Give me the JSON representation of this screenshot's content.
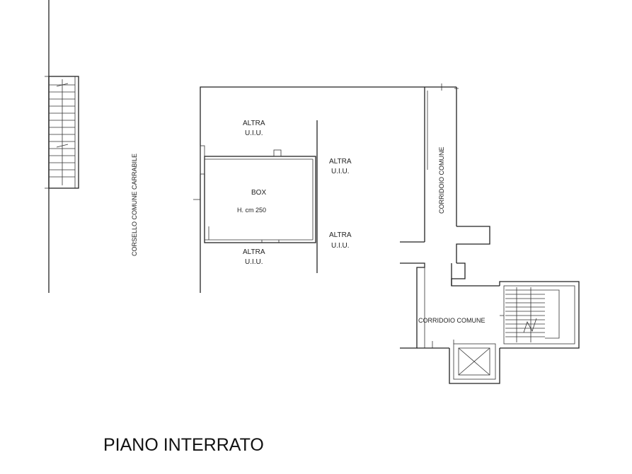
{
  "labels": {
    "corsello": "CORSELLO COMUNE CARRABILE",
    "altra_top_1": "ALTRA",
    "altra_top_2": "U.I.U.",
    "altra_right_top_1": "ALTRA",
    "altra_right_top_2": "U.I.U.",
    "box_title": "BOX",
    "box_height": "H. cm 250",
    "altra_right_bottom_1": "ALTRA",
    "altra_right_bottom_2": "U.I.U.",
    "altra_bottom_1": "ALTRA",
    "altra_bottom_2": "U.I.U.",
    "corridoio_vertical": "CORRIDOIO COMUNE",
    "corridoio_horizontal": "CORRIDOIO COMUNE"
  },
  "title": "PIANO INTERRATO",
  "colors": {
    "line": "#222222",
    "background": "#ffffff"
  }
}
